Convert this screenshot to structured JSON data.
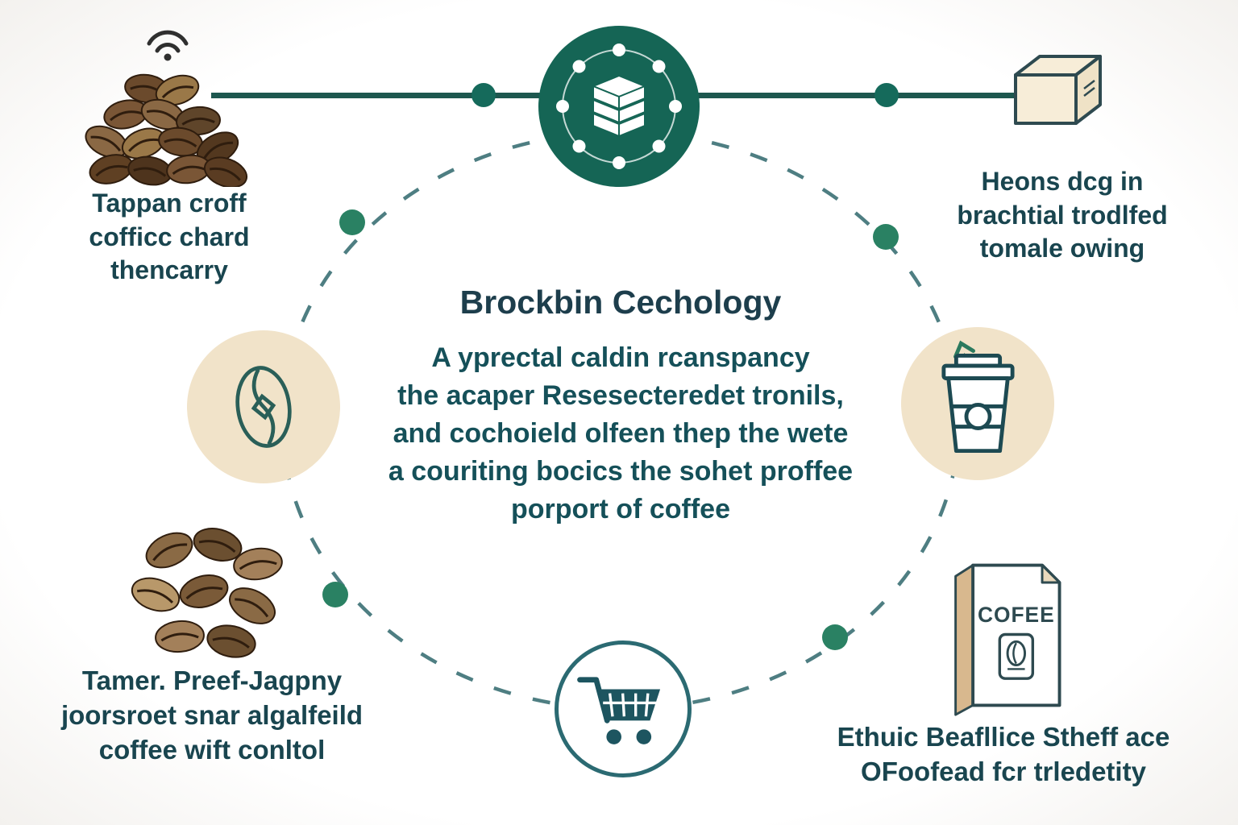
{
  "diagram": {
    "center_title": "Brockbin Cechology",
    "center_lines": [
      "A yprectal caldin rcanspancy",
      "the acaper Resesecteredet tronils,",
      "and cochoield olfeen thep the wete",
      "a couriting bocics the sohet proffee",
      "porport of coffee"
    ]
  },
  "labels": {
    "top_left": [
      "Tappan croff",
      "cofficc chard",
      "thencarry"
    ],
    "top_right": [
      "Heons dcg in",
      "brachtial trodlfed",
      "tomale owing"
    ],
    "bottom_left": [
      "Tamer. Preef-Jagpny",
      "joorsroet snar algalfeild",
      "coffee wift conltol"
    ],
    "bottom_right": [
      "Ethuic Beafllice Stheff ace",
      "OFoofead fcr trledetity"
    ]
  },
  "bag": {
    "label": "COFEE"
  },
  "icons": {
    "top_left": "coffee-beans-pile-icon",
    "top_left_signal": "wifi-icon",
    "center_hub": "blockchain-ledger-icon",
    "top_right": "shipping-box-icon",
    "middle_left": "coffee-bean-icon",
    "middle_right": "takeaway-cup-icon",
    "bottom_left": "coffee-beans-icon",
    "bottom_center": "shopping-cart-icon",
    "bottom_right": "coffee-bag-icon"
  },
  "colors": {
    "hub_green": "#156555",
    "accent_green": "#2a8163",
    "line_teal": "#1d574f",
    "dashed_teal": "#4e7e82",
    "beige": "#f1e3c9",
    "text_dark": "#19454f"
  }
}
